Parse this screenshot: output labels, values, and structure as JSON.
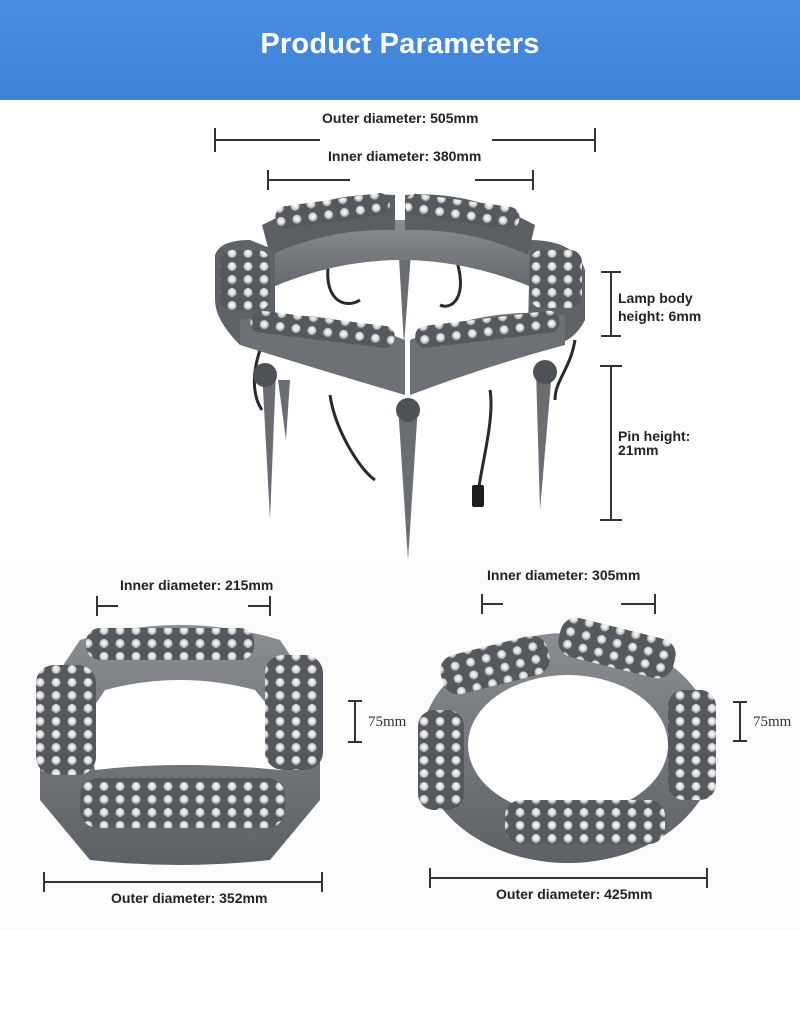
{
  "header": {
    "title": "Product Parameters"
  },
  "top_fixture": {
    "outer_diameter": "Outer diameter: 505mm",
    "inner_diameter": "Inner diameter: 380mm",
    "lamp_body_height_line1": "Lamp body",
    "lamp_body_height_line2": "height: 6mm",
    "pin_height_line1": "Pin height:",
    "pin_height_line2": "21mm"
  },
  "left_fixture": {
    "inner_diameter": "Inner diameter: 215mm",
    "height": "75mm",
    "outer_diameter": "Outer diameter: 352mm"
  },
  "right_fixture": {
    "inner_diameter": "Inner diameter: 305mm",
    "height": "75mm",
    "outer_diameter": "Outer diameter: 425mm"
  },
  "colors": {
    "banner": "#4a8ee0",
    "housing": "#6f7278",
    "lens": "#e6e6e6",
    "dimension_line": "#333333"
  }
}
